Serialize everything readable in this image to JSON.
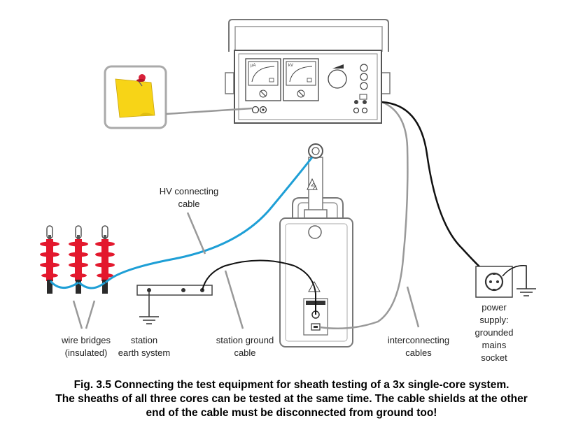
{
  "labels": {
    "hv_cable": [
      "HV connecting",
      "cable"
    ],
    "wire_bridges": [
      "wire bridges",
      "(insulated)"
    ],
    "station_earth": [
      "station",
      "earth system"
    ],
    "station_ground_cable": [
      "station ground",
      "cable"
    ],
    "interconnecting": [
      "interconnecting",
      "cables"
    ],
    "power_supply": [
      "power",
      "supply:",
      "grounded",
      "mains",
      "socket"
    ]
  },
  "panel_marks": {
    "meter1_unit": "μA",
    "meter2_unit": "kV"
  },
  "caption": {
    "line1": "Fig. 3.5 Connecting the test equipment for sheath testing of a 3x single-core system.",
    "line2": "The sheaths of all three cores can be tested at the same time. The cable shields at the other",
    "line3": "end of the cable must be disconnected from ground too!"
  },
  "colors": {
    "hv_cable": "#1e9fd6",
    "insulator": "#e3182d",
    "note": "#f7d417",
    "pin": "#d8213a"
  }
}
